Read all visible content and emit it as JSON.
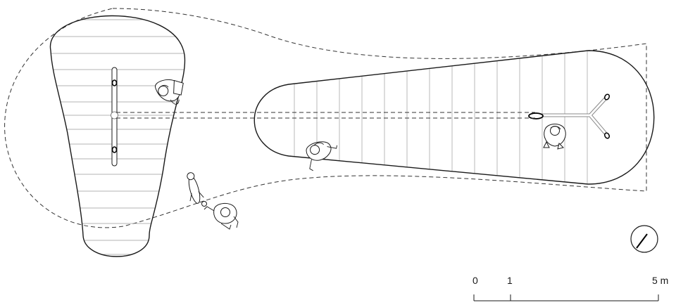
{
  "scale_bar": {
    "label_0": "0",
    "label_1": "1",
    "label_5": "5 m"
  },
  "colors": {
    "line": "#1a1a1a",
    "planks": "#9a9a9a",
    "background": "#ffffff"
  },
  "icons": [
    "north-arrow-icon"
  ]
}
